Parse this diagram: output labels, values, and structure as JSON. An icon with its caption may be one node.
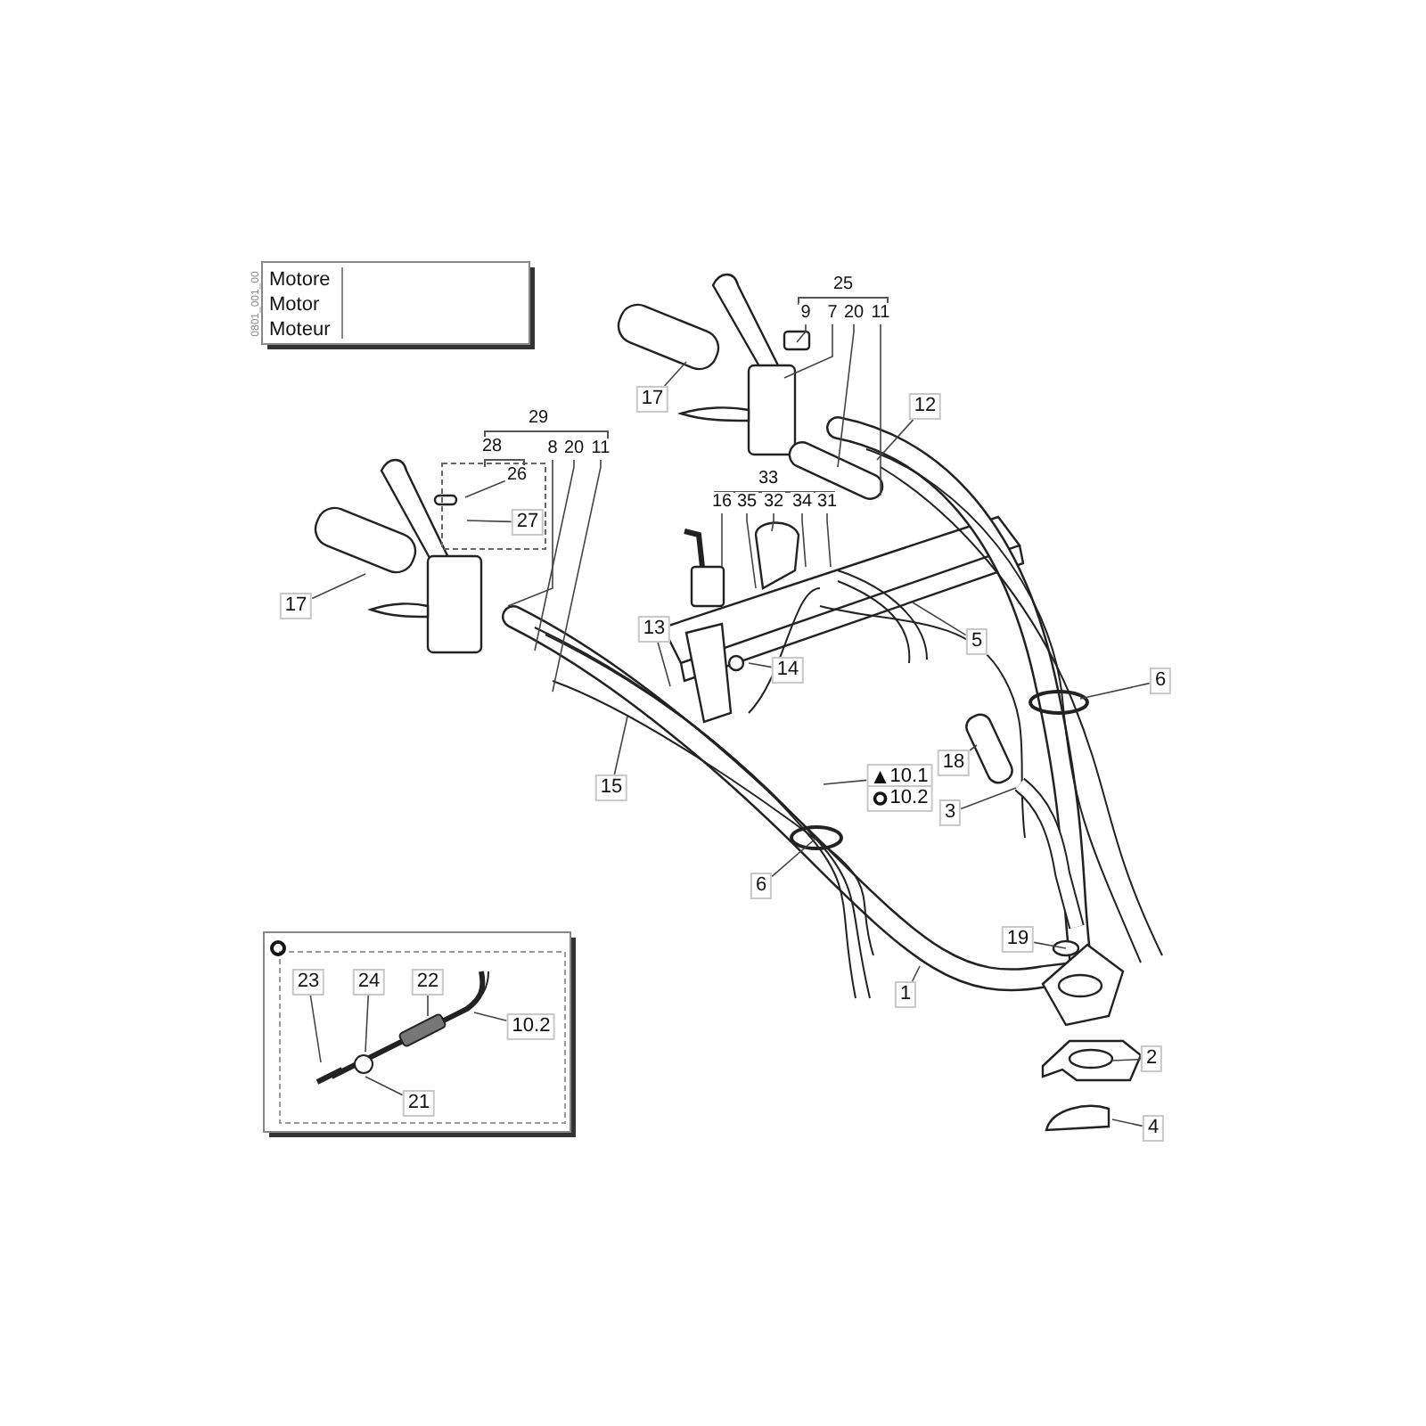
{
  "diagram": {
    "nodes": [
      {
        "text": [
          "25"
        ]
      },
      {
        "text": [
          "9"
        ]
      },
      {
        "text": [
          "7"
        ]
      },
      {
        "text": [
          "20"
        ]
      },
      {
        "text": [
          "11"
        ]
      },
      {
        "text": [
          "17"
        ]
      },
      {
        "text": [
          "12"
        ]
      },
      {
        "text": [
          "29"
        ]
      },
      {
        "text": [
          "28"
        ]
      },
      {
        "text": [
          "8"
        ]
      },
      {
        "text": [
          "20"
        ]
      },
      {
        "text": [
          "11"
        ]
      },
      {
        "text": [
          "26"
        ]
      },
      {
        "text": [
          "27"
        ]
      },
      {
        "text": [
          "33"
        ]
      },
      {
        "text": [
          "16"
        ]
      },
      {
        "text": [
          "35"
        ]
      },
      {
        "text": [
          "32"
        ]
      },
      {
        "text": [
          "34"
        ]
      },
      {
        "text": [
          "31"
        ]
      },
      {
        "text": [
          "17"
        ]
      },
      {
        "text": [
          "13"
        ]
      },
      {
        "text": [
          "5"
        ]
      },
      {
        "text": [
          "14"
        ]
      },
      {
        "text": [
          "6"
        ]
      },
      {
        "text": [
          "15"
        ]
      },
      {
        "text": [
          "18"
        ]
      },
      {
        "text": [
          "10.1"
        ]
      },
      {
        "text": [
          "10.2"
        ]
      },
      {
        "text": [
          "3"
        ]
      },
      {
        "text": [
          "6"
        ]
      },
      {
        "text": [
          "19"
        ]
      },
      {
        "text": [
          "1"
        ]
      },
      {
        "text": [
          "23"
        ]
      },
      {
        "text": [
          "24"
        ]
      },
      {
        "text": [
          "22"
        ]
      },
      {
        "text": [
          "10.2"
        ]
      },
      {
        "text": [
          "21"
        ]
      },
      {
        "text": [
          "2"
        ]
      },
      {
        "text": [
          "4"
        ]
      }
    ],
    "edges": [
      {
        "from": 1,
        "to": null,
        "arrow": "none"
      },
      {
        "from": 2,
        "to": null,
        "arrow": "none"
      },
      {
        "from": 3,
        "to": null,
        "arrow": "none"
      },
      {
        "from": 4,
        "to": null,
        "arrow": "none"
      },
      {
        "from": 5,
        "to": null,
        "arrow": "none"
      },
      {
        "from": 6,
        "to": null,
        "arrow": "none"
      },
      {
        "from": 9,
        "to": null,
        "arrow": "none"
      },
      {
        "from": 10,
        "to": null,
        "arrow": "none"
      },
      {
        "from": 11,
        "to": null,
        "arrow": "none"
      },
      {
        "from": 12,
        "to": null,
        "arrow": "none"
      },
      {
        "from": 13,
        "to": null,
        "arrow": "none"
      },
      {
        "from": 15,
        "to": null,
        "arrow": "none"
      },
      {
        "from": 16,
        "to": null,
        "arrow": "none"
      },
      {
        "from": 17,
        "to": null,
        "arrow": "none"
      },
      {
        "from": 18,
        "to": null,
        "arrow": "none"
      },
      {
        "from": 19,
        "to": null,
        "arrow": "none"
      },
      {
        "from": 20,
        "to": null,
        "arrow": "none"
      },
      {
        "from": 21,
        "to": null,
        "arrow": "none"
      },
      {
        "from": 22,
        "to": null,
        "arrow": "none"
      },
      {
        "from": 23,
        "to": null,
        "arrow": "none"
      },
      {
        "from": 24,
        "to": null,
        "arrow": "none"
      },
      {
        "from": 25,
        "to": null,
        "arrow": "none"
      },
      {
        "from": 26,
        "to": null,
        "arrow": "none"
      },
      {
        "from": 27,
        "to": null,
        "arrow": "none"
      },
      {
        "from": 29,
        "to": null,
        "arrow": "none"
      },
      {
        "from": 30,
        "to": null,
        "arrow": "none"
      },
      {
        "from": 31,
        "to": null,
        "arrow": "none"
      },
      {
        "from": 32,
        "to": null,
        "arrow": "none"
      },
      {
        "from": 33,
        "to": null,
        "arrow": "none"
      },
      {
        "from": 34,
        "to": null,
        "arrow": "none"
      },
      {
        "from": 35,
        "to": null,
        "arrow": "none"
      },
      {
        "from": 36,
        "to": null,
        "arrow": "none"
      },
      {
        "from": 37,
        "to": null,
        "arrow": "none"
      },
      {
        "from": 38,
        "to": null,
        "arrow": "none"
      },
      {
        "from": 39,
        "to": null,
        "arrow": "none"
      }
    ],
    "labels": [
      "0801_001_00",
      "Motore",
      "Motor",
      "Moteur"
    ]
  }
}
